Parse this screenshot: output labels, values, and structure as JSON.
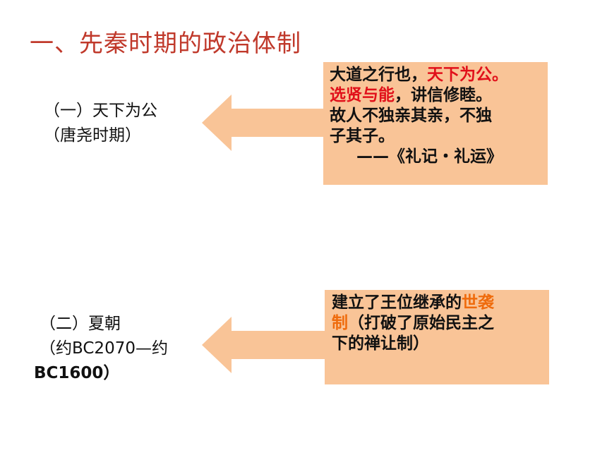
{
  "title": "一、先秦时期的政治体制",
  "section1": {
    "label_line1": "（一）天下为公",
    "label_line2": "（唐尧时期）",
    "box": {
      "l1_a": "大道之行也，",
      "l1_b": "天下为公。",
      "l2_a": "选贤与能",
      "l2_b": "，讲信修睦。",
      "l3": "故人不独亲其亲，不独",
      "l4": "子其子。",
      "l5": "——《礼记・礼运》"
    }
  },
  "section2": {
    "label_line1": "（二）夏朝",
    "label_line2": "（约BC2070—约",
    "label_line3": "BC1600）",
    "box": {
      "l1_a": "建立了王位继承的",
      "l1_b": "世袭",
      "l2_a": "制",
      "l2_b": "（打破了原始民主之",
      "l3": "下的禅让制）"
    }
  },
  "colors": {
    "title": "#c0392b",
    "box_fill": "#f9c497",
    "arrow_fill": "#f9c497",
    "highlight_red": "#e1101a",
    "highlight_orange": "#ef6b0c"
  }
}
